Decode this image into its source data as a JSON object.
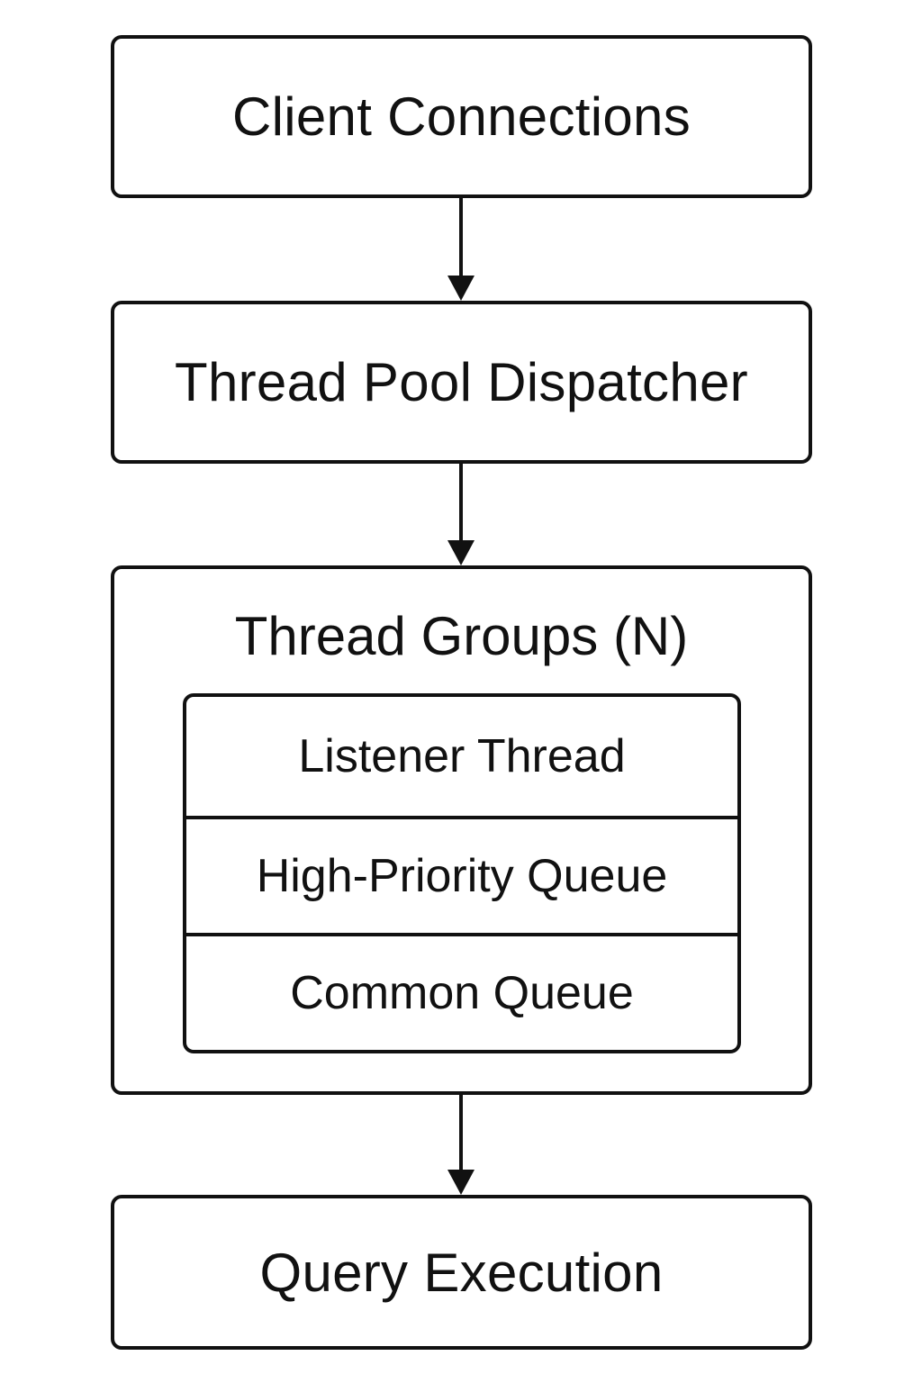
{
  "diagram": {
    "nodes": {
      "client": {
        "label": "Client Connections"
      },
      "dispatcher": {
        "label": "Thread Pool Dispatcher"
      },
      "groups": {
        "title": "Thread Groups (N)",
        "rows": [
          {
            "label": "Listener Thread"
          },
          {
            "label": "High-Priority Queue"
          },
          {
            "label": "Common Queue"
          }
        ]
      },
      "execution": {
        "label": "Query Execution"
      }
    },
    "edges": [
      {
        "from": "client",
        "to": "dispatcher"
      },
      {
        "from": "dispatcher",
        "to": "groups"
      },
      {
        "from": "groups",
        "to": "execution"
      }
    ],
    "colors": {
      "stroke": "#111111",
      "background": "#ffffff"
    }
  }
}
